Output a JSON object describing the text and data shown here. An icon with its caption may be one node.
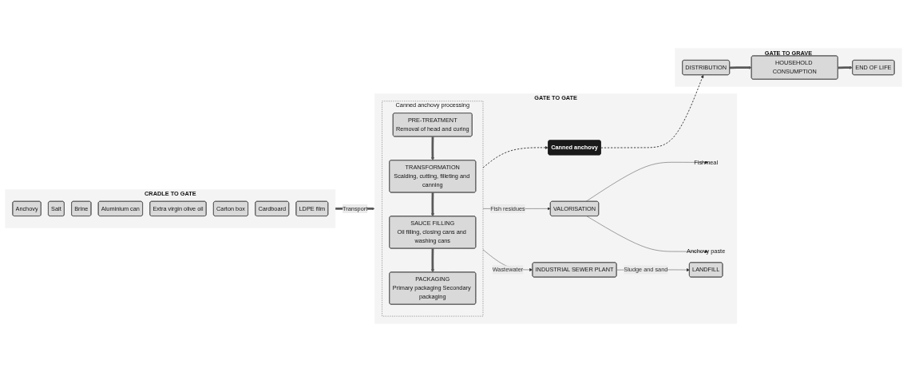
{
  "diagram": {
    "nodes": [
      {
        "text": [
          "CRADLE TO GATE"
        ]
      },
      {
        "text": [
          "Anchovy"
        ],
        "in": 0
      },
      {
        "text": [
          "Salt"
        ],
        "in": 0
      },
      {
        "text": [
          "Brine"
        ],
        "in": 0
      },
      {
        "text": [
          "Aluminium can"
        ],
        "in": 0
      },
      {
        "text": [
          "Extra virgin olive oil"
        ],
        "in": 0
      },
      {
        "text": [
          "Carton box"
        ],
        "in": 0
      },
      {
        "text": [
          "Cardboard"
        ],
        "in": 0
      },
      {
        "text": [
          "LDPE film"
        ],
        "in": 0
      },
      {
        "text": [
          "GATE TO GATE"
        ]
      },
      {
        "text": [
          "Canned anchovy processing"
        ],
        "in": 9
      },
      {
        "text": [
          "PRE-TREATMENT",
          "Removal of head and curing"
        ],
        "in": 10
      },
      {
        "text": [
          "TRANSFORMATION",
          "Scalding, cutting, filleting and canning"
        ],
        "in": 10
      },
      {
        "text": [
          "SAUCE FILLING",
          "Oil filling, closing cans and washing cans"
        ],
        "in": 10
      },
      {
        "text": [
          "PACKAGING",
          "Primary packaging Secondary packaging"
        ],
        "in": 10
      },
      {
        "text": [
          "Fishmeal"
        ],
        "in": 9
      },
      {
        "text": [
          "VALORISATION"
        ],
        "in": 9
      },
      {
        "text": [
          "Anchovy paste"
        ],
        "in": 9
      },
      {
        "text": [
          "LANDFILL"
        ],
        "in": 9
      },
      {
        "text": [
          "INDUSTRIAL SEWER PLANT"
        ],
        "in": 9
      },
      {
        "text": [
          "Canned anchovy"
        ],
        "in": 9
      },
      {
        "text": [
          "GATE TO GRAVE"
        ]
      },
      {
        "text": [
          "DISTRIBUTION"
        ],
        "in": 21
      },
      {
        "text": [
          "HOUSEHOLD CONSUMPTION"
        ],
        "in": 21
      },
      {
        "text": [
          "END OF LIFE"
        ],
        "in": 21
      }
    ],
    "edges": [
      {
        "from": 0,
        "to": 9,
        "arrow": "to",
        "label": "Transport",
        "style": "thick",
        "color": "#595959"
      },
      {
        "from": 11,
        "to": 12,
        "arrow": "to",
        "style": "thick",
        "color": "#595959"
      },
      {
        "from": 12,
        "to": 13,
        "arrow": "to",
        "style": "thick",
        "color": "#595959"
      },
      {
        "from": 13,
        "to": 14,
        "arrow": "to",
        "style": "thick",
        "color": "#595959"
      },
      {
        "from": 10,
        "to": 16,
        "arrow": "to",
        "label": "Fish residues"
      },
      {
        "from": 16,
        "to": 15,
        "arrow": "to"
      },
      {
        "from": 16,
        "to": 17,
        "arrow": "to"
      },
      {
        "from": 10,
        "to": 19,
        "arrow": "to",
        "label": "Wastewater"
      },
      {
        "from": 19,
        "to": 18,
        "arrow": "to",
        "label": "Sludge and sand"
      },
      {
        "from": 10,
        "to": 20,
        "arrow": "to",
        "style": "dashed"
      },
      {
        "from": 20,
        "to": 22,
        "arrow": "to",
        "style": "dashed"
      },
      {
        "from": 22,
        "to": 23,
        "arrow": "to",
        "style": "thick",
        "color": "#595959"
      },
      {
        "from": 23,
        "to": 24,
        "arrow": "to",
        "style": "thick",
        "color": "#595959"
      }
    ]
  }
}
